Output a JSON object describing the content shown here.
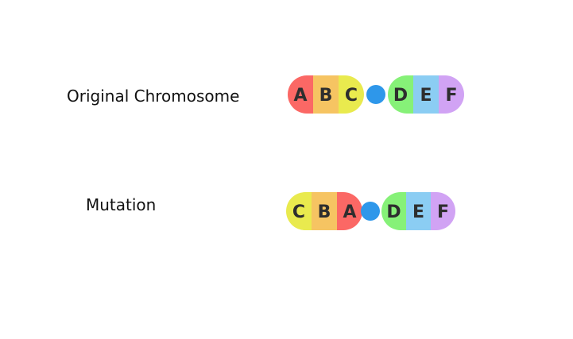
{
  "labels": {
    "original": "Original Chromosome",
    "mutation": "Mutation"
  },
  "gene_colors": {
    "A": "#fb6865",
    "B": "#f6c462",
    "C": "#e9ea4e",
    "D": "#86f178",
    "E": "#8bcdf3",
    "F": "#d1a3f4"
  },
  "centromere_color": "#2e97ea",
  "original_chromosome": {
    "left_arm": [
      "A",
      "B",
      "C"
    ],
    "right_arm": [
      "D",
      "E",
      "F"
    ]
  },
  "mutated_chromosome": {
    "left_arm": [
      "C",
      "B",
      "A"
    ],
    "right_arm": [
      "D",
      "E",
      "F"
    ]
  }
}
